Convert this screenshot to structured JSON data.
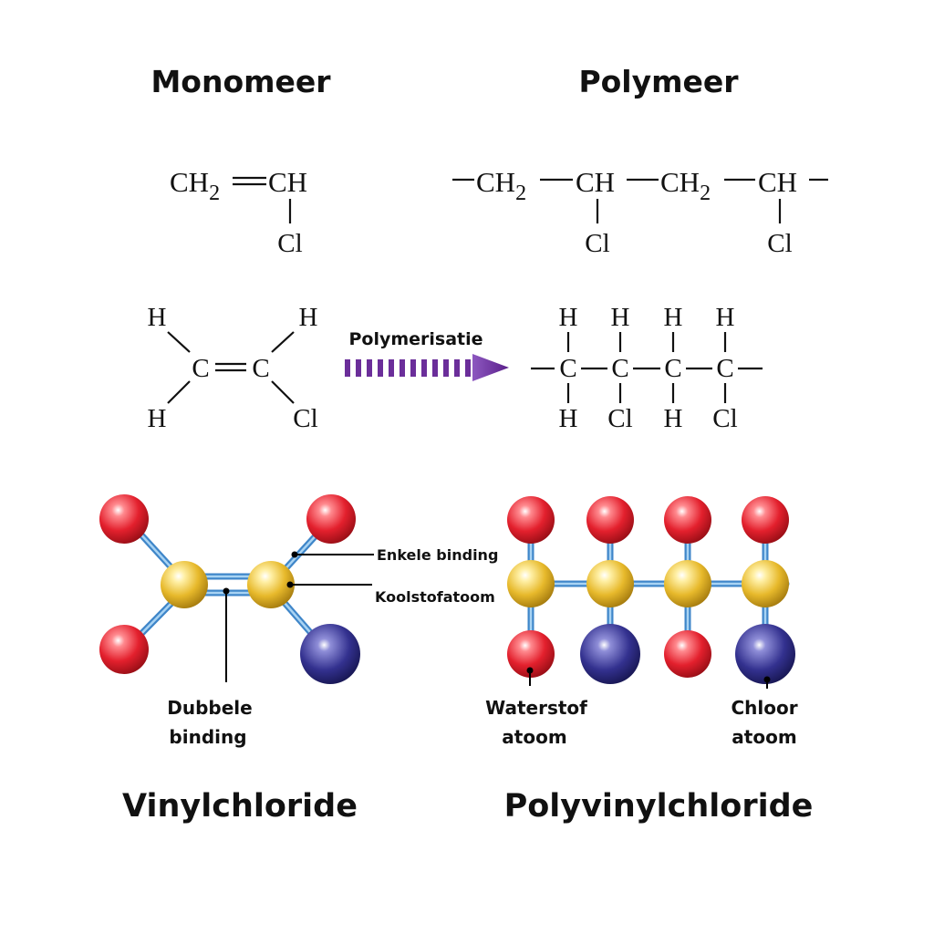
{
  "headings": {
    "monomer": "Monomeer",
    "polymer": "Polymeer",
    "vinyl": "Vinylchloride",
    "pvc": "Polyvinylchloride"
  },
  "formula": {
    "ch2": "CH",
    "ch": "CH",
    "sub2": "2",
    "c": "C",
    "h": "H",
    "cl": "Cl",
    "dash": "−"
  },
  "arrow": {
    "label": "Polymerisatie",
    "color": "#6b2e9a"
  },
  "labels": {
    "single_bond": "Enkele binding",
    "carbon_atom": "Koolstofatoom",
    "double_bond_1": "Dubbele",
    "double_bond_2": "binding",
    "hydrogen_1": "Waterstof",
    "hydrogen_2": "atoom",
    "chlorine_1": "Chloor",
    "chlorine_2": "atoom"
  },
  "colors": {
    "hydrogen": "#e3202d",
    "carbon": "#e7b92b",
    "chlorine": "#33318f",
    "bond_stick": "#3f86c9"
  }
}
